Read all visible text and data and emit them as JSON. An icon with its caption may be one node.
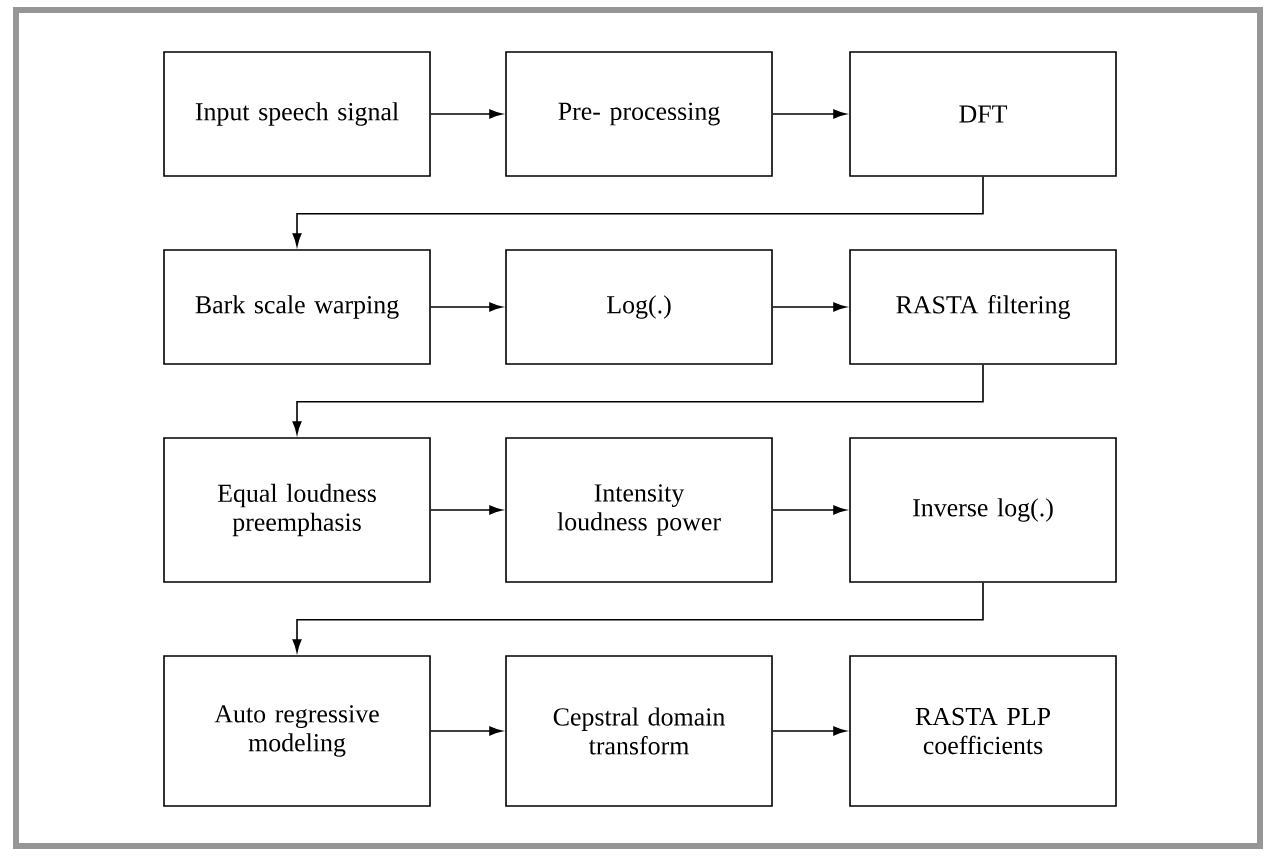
{
  "diagram": {
    "nodes": [
      {
        "text": [
          "Input speech signal"
        ]
      },
      {
        "text": [
          "Pre- processing"
        ]
      },
      {
        "text": [
          "DFT"
        ]
      },
      {
        "text": [
          "Bark scale warping"
        ]
      },
      {
        "text": [
          "Log(.)"
        ]
      },
      {
        "text": [
          "RASTA filtering"
        ]
      },
      {
        "text": [
          "Equal loudness preemphasis"
        ]
      },
      {
        "text": [
          "Intensity loudness power"
        ]
      },
      {
        "text": [
          "Inverse log(.)"
        ]
      },
      {
        "text": [
          "Auto regressive modeling"
        ]
      },
      {
        "text": [
          "Cepstral domain transform"
        ]
      },
      {
        "text": [
          "RASTA PLP coefficients"
        ]
      }
    ],
    "edges": [
      {
        "from": 0,
        "to": 1,
        "arrow": "to"
      },
      {
        "from": 1,
        "to": 2,
        "arrow": "to"
      },
      {
        "from": 2,
        "to": 3,
        "arrow": "to"
      },
      {
        "from": 3,
        "to": 4,
        "arrow": "to"
      },
      {
        "from": 4,
        "to": 5,
        "arrow": "to"
      },
      {
        "from": 5,
        "to": 6,
        "arrow": "to"
      },
      {
        "from": 6,
        "to": 7,
        "arrow": "to"
      },
      {
        "from": 7,
        "to": 8,
        "arrow": "to"
      },
      {
        "from": 8,
        "to": 9,
        "arrow": "to"
      },
      {
        "from": 9,
        "to": 10,
        "arrow": "to"
      },
      {
        "from": 10,
        "to": 11,
        "arrow": "to"
      }
    ]
  }
}
